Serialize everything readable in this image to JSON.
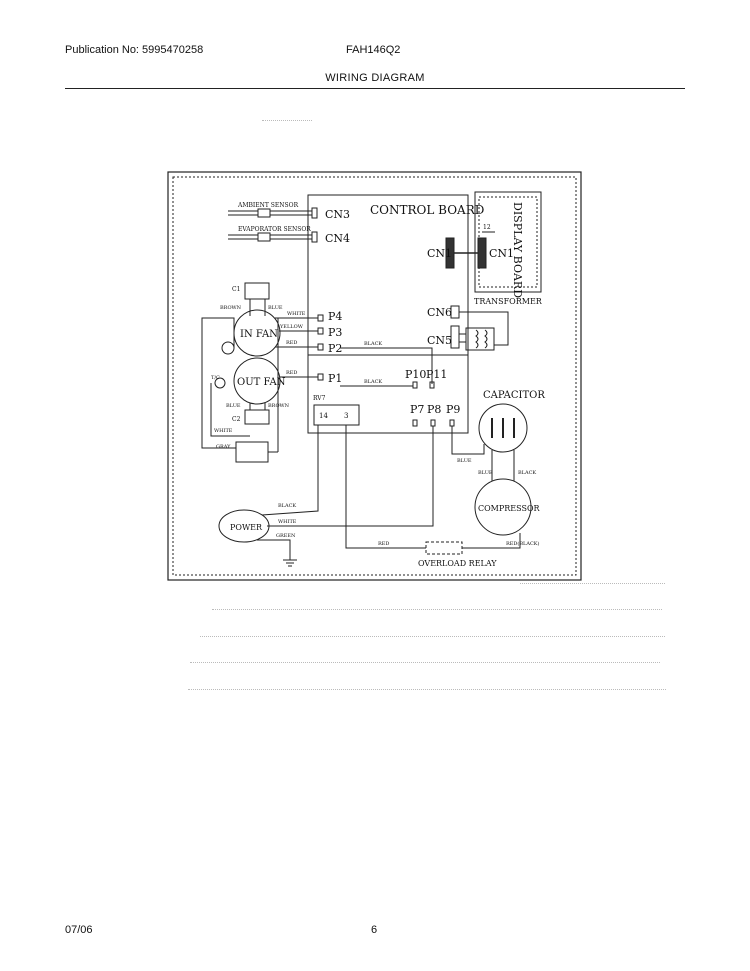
{
  "header": {
    "publication": "Publication No: 5995470258",
    "model": "FAH146Q2",
    "title": "WIRING DIAGRAM"
  },
  "footer": {
    "date": "07/06",
    "page": "6"
  },
  "diagram": {
    "labels": {
      "ambient_sensor": "AMBIENT SENSOR",
      "evaporator_sensor": "EVAPORATOR SENSOR",
      "control_board": "CONTROL BOARD",
      "display_board": "DISPLAY BOARD",
      "cn1": "CN1",
      "cn1_display": "CN1",
      "cn3": "CN3",
      "cn4": "CN4",
      "cn5": "CN5",
      "cn6": "CN6",
      "p1": "P1",
      "p2": "P2",
      "p3": "P3",
      "p4": "P4",
      "p7": "P7",
      "p8": "P8",
      "p9": "P9",
      "p10": "P10",
      "p11": "P11",
      "pin12": "12",
      "transformer": "TRANSFORMER",
      "in_fan": "IN FAN",
      "out_fan": "OUT FAN",
      "capacitor": "CAPACITOR",
      "compressor": "COMPRESSOR",
      "power": "POWER",
      "overload_relay": "OVERLOAD RELAY",
      "c1": "C1",
      "c2": "C2",
      "tc": "T/C",
      "rv": "RV7",
      "pin14": "14",
      "pin3": "3",
      "brown_top": "BROWN",
      "blue_top": "BLUE",
      "white_p4": "WHITE",
      "yellow_p3": "YELLOW",
      "red_p2": "RED",
      "black_p2": "BLACK",
      "red_p1": "RED",
      "black_p1": "BLACK",
      "blue_out": "BLUE",
      "brown_out": "BROWN",
      "white_out": "WHITE",
      "gray": "GRAY",
      "blue_cap": "BLUE",
      "blue_comp": "BLUE",
      "black_comp": "BLACK",
      "black_power": "BLACK",
      "white_power": "WHITE",
      "green": "GREEN",
      "red_bottom": "RED",
      "red_black": "RED(BLACK)"
    }
  }
}
